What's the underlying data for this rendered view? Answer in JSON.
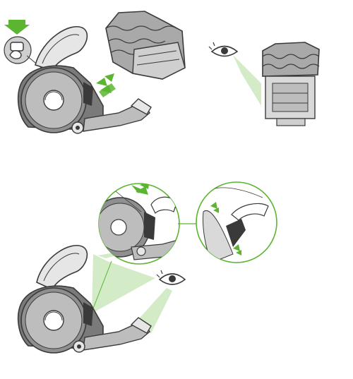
{
  "colors": {
    "accent": "#5cb531",
    "accent_light": "#d3ebc6",
    "line": "#3a3a3a",
    "body_gray": "#8f8f8f",
    "wheel_gray": "#bdbdbd",
    "cyclone_gray": "#a9a9a9",
    "bin_gray": "#d9d9d9",
    "panel_bg": "#ffffff"
  },
  "icons": {
    "step_indicator": "down-arrow-icon",
    "release_button": "hand-press-icon",
    "inspect": "eye-icon",
    "lift_motion": "triple-chevron-arrow-icon"
  },
  "steps": [
    {
      "id": "remove-cyclone",
      "action": "press-release-and-lift"
    },
    {
      "id": "inspect-shroud",
      "action": "look-through-bin"
    },
    {
      "id": "check-inlet",
      "action": "open-flap-and-inspect"
    }
  ]
}
